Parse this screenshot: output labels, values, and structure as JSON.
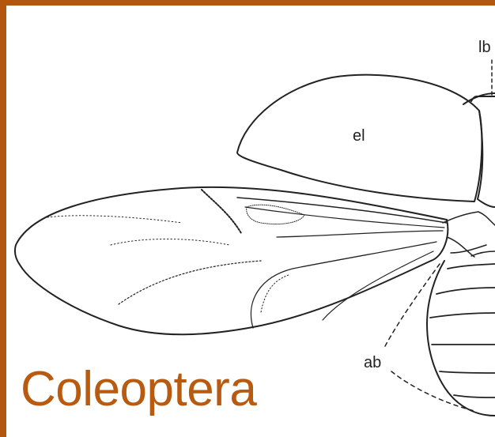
{
  "caption": "Coleoptera",
  "labels": {
    "elytron": "el",
    "labrum": "lb",
    "abdomen": "ab"
  },
  "colors": {
    "frame": "#b4570e",
    "caption": "#b85a10",
    "line": "#222222"
  }
}
